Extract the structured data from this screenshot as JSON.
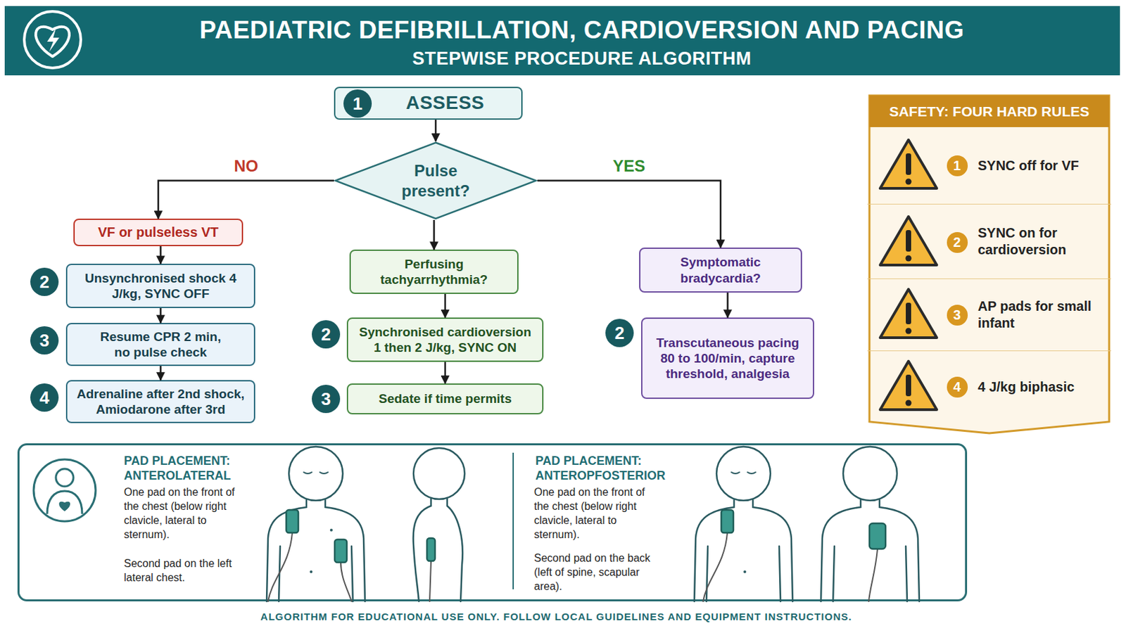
{
  "diagram": {
    "title": "PAEDIATRIC DEFIBRILLATION, CARDIOVERSION AND PACING",
    "caption": "ALGORITHM FOR EDUCATIONAL USE ONLY. FOLLOW LOCAL GUIDELINES AND EQUIPMENT INSTRUCTIONS.",
    "nodes": [
      {
        "text": [
          "ASSESS"
        ]
      },
      {
        "text": [
          "Pulse present?"
        ]
      },
      {
        "text": [
          "VF or pulseless VT"
        ]
      },
      {
        "text": [
          "Unsynchronised shock 4 J/kg, SYNC OFF"
        ]
      },
      {
        "text": [
          "Resume CPR 2 min, no pulse check"
        ]
      },
      {
        "text": [
          "Adrenaline after 2nd shock, Amiodarone after 3rd"
        ]
      },
      {
        "text": [
          "Perfusing tachyarrhythmia?"
        ]
      },
      {
        "text": [
          "Synchronised cardioversion 1 then 2 J/kg, SYNC ON"
        ]
      },
      {
        "text": [
          "Sedate if time permits"
        ]
      },
      {
        "text": [
          "Symptomatic bradycardia?"
        ]
      },
      {
        "text": [
          "Transcutaneous pacing 80 to 100/min, capture threshold, analgesia"
        ]
      },
      {
        "text": [
          "SAFETY: FOUR HARD RULES"
        ]
      },
      {
        "text": [
          "SYNC off for VF"
        ],
        "in": 11
      },
      {
        "text": [
          "SYNC on for cardioversion"
        ],
        "in": 11
      },
      {
        "text": [
          "AP pads for small infant"
        ],
        "in": 11
      },
      {
        "text": [
          "4 J/kg biphasic"
        ],
        "in": 11
      },
      {
        "text": [
          "PAD PLACEMENT: ANTEROLATERAL",
          "One pad on the front of the chest (below right clavicle, lateral to sternum).",
          "Second pad on the left lateral chest.",
          "PAD PLACEMENT: ANTEROPFOSTERIOR",
          "One pad on the front of the chest (below right clavicle, lateral to sternum).",
          "Second pad on the back (left of spine, scapular area)."
        ]
      }
    ],
    "edges": [
      {
        "from": 0,
        "to": 1,
        "arrow": "to"
      },
      {
        "from": 1,
        "to": 2,
        "label": "NO",
        "arrow": "to"
      },
      {
        "from": 1,
        "to": 6,
        "arrow": "to"
      },
      {
        "from": 1,
        "to": 9,
        "label": "YES",
        "arrow": "to"
      },
      {
        "from": 2,
        "to": 3,
        "arrow": "to"
      },
      {
        "from": 3,
        "to": 4,
        "arrow": "to"
      },
      {
        "from": 4,
        "to": 5,
        "arrow": "to"
      },
      {
        "from": 6,
        "to": 7,
        "arrow": "to"
      },
      {
        "from": 7,
        "to": 8,
        "arrow": "to"
      },
      {
        "from": 9,
        "to": 10,
        "arrow": "to"
      }
    ],
    "labels": [
      "STEPWISE PROCEDURE ALGORITHM",
      "1",
      "2",
      "3",
      "4",
      "2",
      "3",
      "2",
      "1",
      "2",
      "3",
      "4"
    ]
  }
}
